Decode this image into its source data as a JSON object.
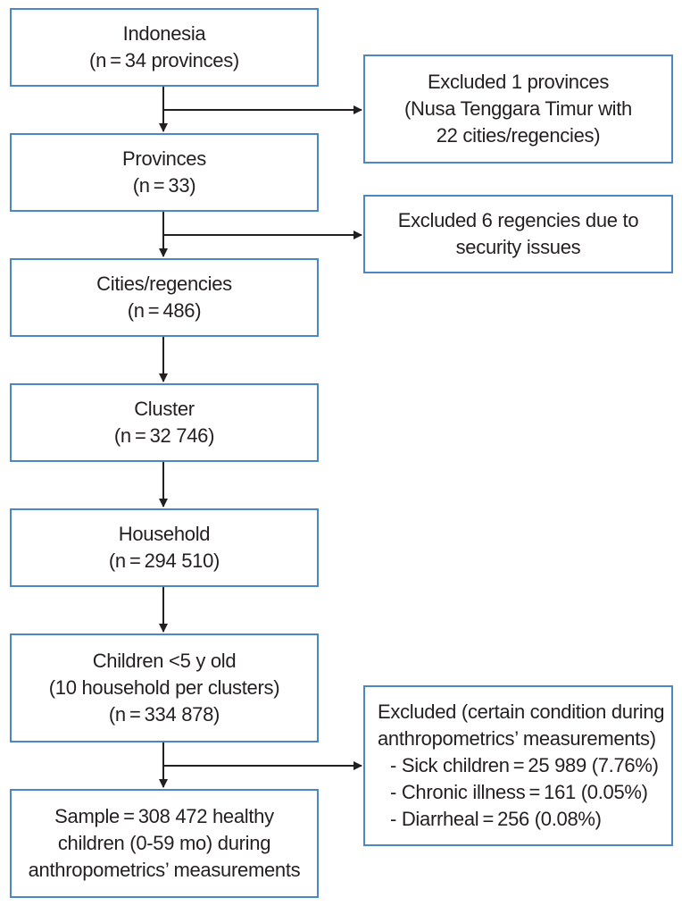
{
  "main_boxes": [
    {
      "id": "indonesia",
      "lines": [
        "Indonesia",
        "(n = 34 provinces)"
      ]
    },
    {
      "id": "provinces",
      "lines": [
        "Provinces",
        "(n = 33)"
      ]
    },
    {
      "id": "cities",
      "lines": [
        "Cities/regencies",
        "(n = 486)"
      ]
    },
    {
      "id": "cluster",
      "lines": [
        "Cluster",
        "(n = 32 746)"
      ]
    },
    {
      "id": "household",
      "lines": [
        "Household",
        "(n = 294 510)"
      ]
    },
    {
      "id": "children",
      "lines": [
        "Children <5 y old",
        "(10 household per clusters)",
        "(n = 334 878)"
      ]
    },
    {
      "id": "sample",
      "lines": [
        "Sample = 308 472 healthy",
        "children (0-59 mo) during",
        "anthropometrics’ measurements"
      ]
    }
  ],
  "exclusion_boxes": [
    {
      "id": "excluded-provinces",
      "lines": [
        "Excluded 1 provinces",
        "(Nusa Tenggara Timur with",
        "22 cities/regencies)"
      ]
    },
    {
      "id": "excluded-regencies",
      "lines": [
        "Excluded 6 regencies due to",
        "security issues"
      ]
    },
    {
      "id": "excluded-conditions",
      "lines": [
        "Excluded (certain condition during",
        "anthropometrics’ measurements)",
        "- Sick children = 25 989 (7.76%)",
        "- Chronic illness = 161 (0.05%)",
        "- Diarrheal = 256 (0.08%)"
      ]
    }
  ],
  "colors": {
    "box_border": "#4d86c4",
    "arrow": "#231f20",
    "text": "#231f20"
  }
}
